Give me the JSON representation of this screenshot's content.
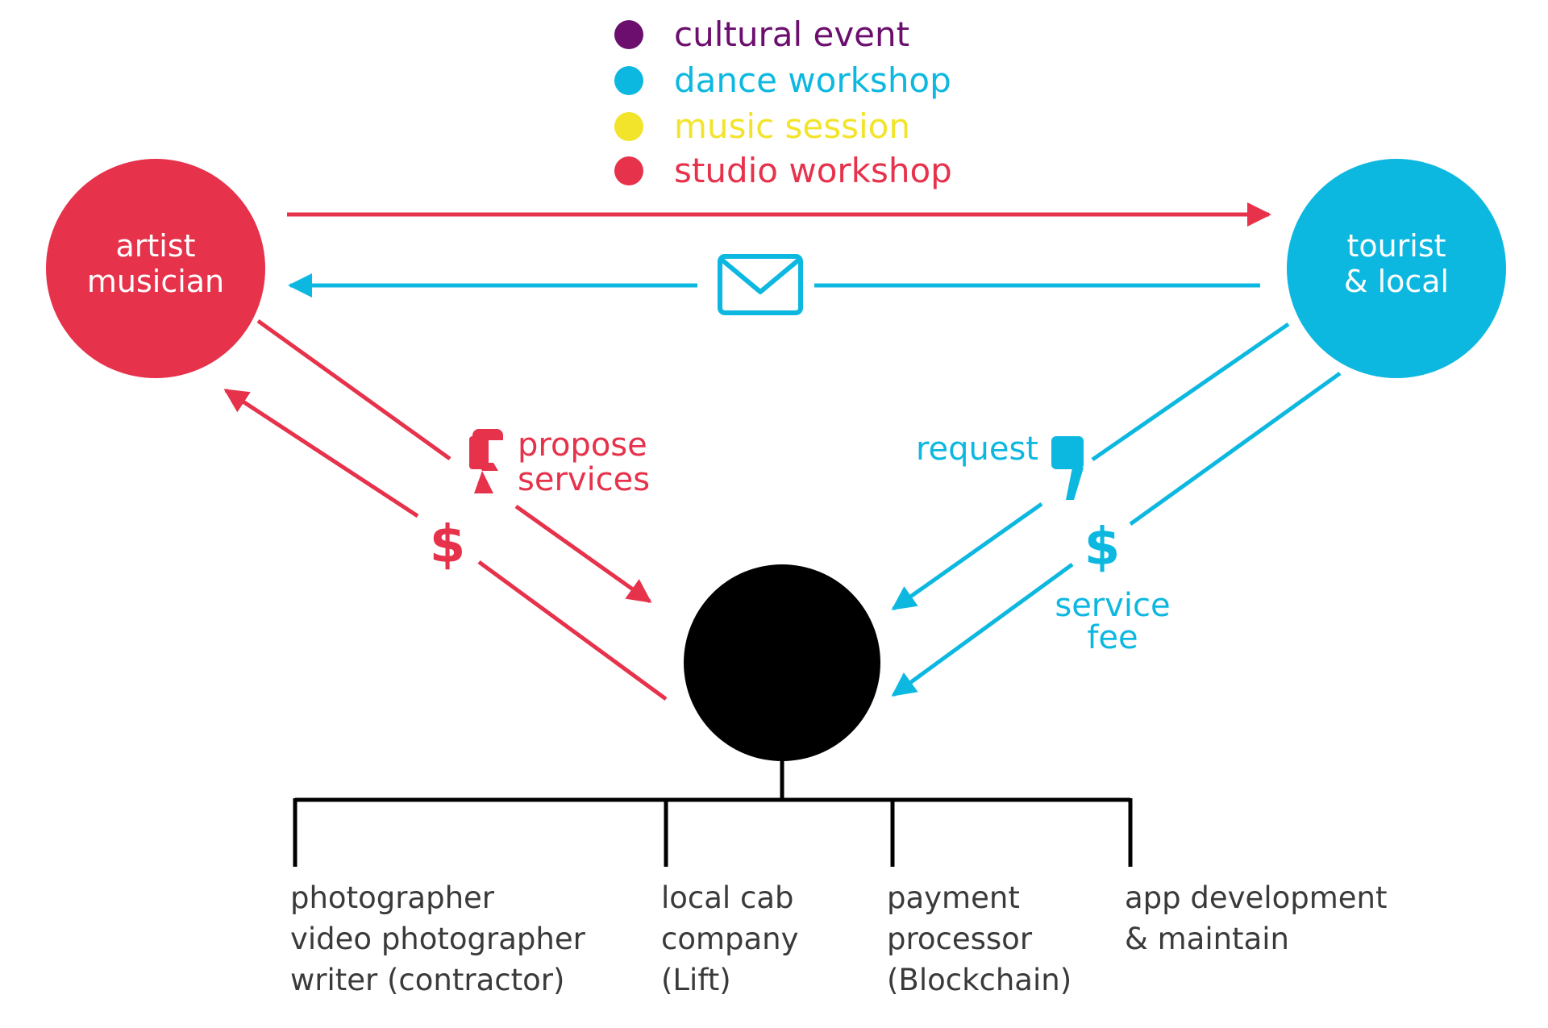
{
  "colors": {
    "red": "#e6324b",
    "blue": "#0db8e0",
    "purple": "#6b0e6e",
    "yellow": "#f2e42a",
    "black": "#000000",
    "text_dark": "#3a3a3a"
  },
  "legend": [
    {
      "label": "cultural event",
      "color": "#6b0e6e"
    },
    {
      "label": "dance workshop",
      "color": "#0db8e0"
    },
    {
      "label": "music session",
      "color": "#f2e42a"
    },
    {
      "label": "studio workshop",
      "color": "#e6324b"
    }
  ],
  "nodes": {
    "artist": {
      "lines": [
        "artist",
        "musician"
      ]
    },
    "tourist": {
      "lines": [
        "tourist",
        "& local"
      ]
    },
    "platform": {
      "lines": []
    }
  },
  "edges": {
    "propose": {
      "lines": [
        "propose",
        "services"
      ]
    },
    "request": {
      "lines": [
        "request"
      ]
    },
    "artist_payment_symbol": "$",
    "service_fee_symbol": "$",
    "service_fee": {
      "lines": [
        "service",
        "fee"
      ]
    },
    "message_icon": "envelope-icon",
    "quote_icon": "speech-bubble-icon"
  },
  "partners": [
    {
      "lines": [
        "photographer",
        "video photographer",
        "writer (contractor)"
      ]
    },
    {
      "lines": [
        "local cab",
        "company",
        "(Lift)"
      ]
    },
    {
      "lines": [
        "payment",
        "processor",
        "(Blockchain)"
      ]
    },
    {
      "lines": [
        "app development",
        "& maintain"
      ]
    }
  ]
}
